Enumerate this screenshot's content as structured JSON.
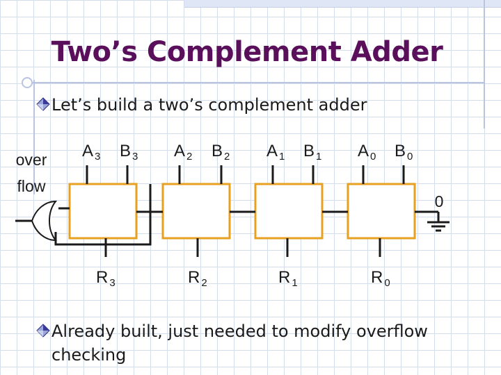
{
  "title": "Two’s Complement Adder",
  "bullets": [
    "Let’s build a two’s complement adder",
    "Already built, just needed to modify overflow checking"
  ],
  "overflow_label": [
    "over",
    "flow"
  ],
  "carry_in_label": "0",
  "adders": [
    {
      "a_base": "A",
      "a_sub": "3",
      "b_base": "B",
      "b_sub": "3",
      "r_base": "R",
      "r_sub": "3"
    },
    {
      "a_base": "A",
      "a_sub": "2",
      "b_base": "B",
      "b_sub": "2",
      "r_base": "R",
      "r_sub": "2"
    },
    {
      "a_base": "A",
      "a_sub": "1",
      "b_base": "B",
      "b_sub": "1",
      "r_base": "R",
      "r_sub": "1"
    },
    {
      "a_base": "A",
      "a_sub": "0",
      "b_base": "B",
      "b_sub": "0",
      "r_base": "R",
      "r_sub": "0"
    }
  ],
  "colors": {
    "title": "#5a0f5a",
    "adder_border": "#e8a020",
    "wire": "#1a1a1a",
    "grid": "#d5dcec"
  },
  "icons": {
    "bullet": "diamond-bullet-icon",
    "gate": "xor-gate-icon",
    "ground": "ground-icon"
  }
}
